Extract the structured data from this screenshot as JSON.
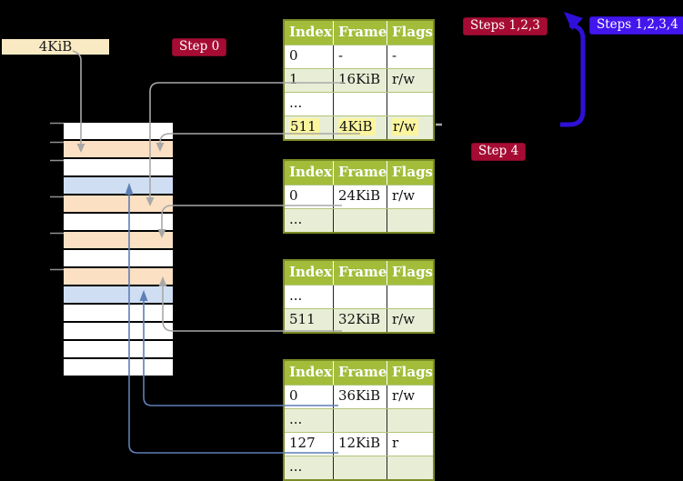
{
  "palette": {
    "background": "#000000",
    "table_header_green": "#a3bd3b",
    "table_border_olive": "#7b8a26",
    "table_row_green": "#e8eed6",
    "highlight_yellow": "#fbf59f",
    "badge_red": "#a60c33",
    "badge_blue": "#4416ee",
    "loop_arrow_blue": "#2e10d8",
    "connector_gray": "#a8a8a8",
    "connector_blue": "#5d7fb5",
    "frame_orange": "#fbe0c3",
    "frame_blue": "#cfdef2",
    "label_cream": "#faeac3"
  },
  "legend": {
    "frame_size_label": "4KiB"
  },
  "badges": {
    "step0": "Step 0",
    "steps123": "Steps 1,2,3",
    "steps1234": "Steps 1,2,3,4",
    "step4": "Step 4"
  },
  "memory": {
    "rows": [
      {
        "color": "white"
      },
      {
        "color": "orange"
      },
      {
        "color": "white"
      },
      {
        "color": "blue"
      },
      {
        "color": "orange"
      },
      {
        "color": "white"
      },
      {
        "color": "orange"
      },
      {
        "color": "white"
      },
      {
        "color": "orange"
      },
      {
        "color": "blue"
      },
      {
        "color": "white"
      },
      {
        "color": "white"
      },
      {
        "color": "white"
      },
      {
        "color": "white"
      }
    ]
  },
  "tables": [
    {
      "headers": [
        "Index",
        "Frame",
        "Flags"
      ],
      "rows": [
        {
          "cells": [
            "0",
            "-",
            "-"
          ],
          "shade": "white"
        },
        {
          "cells": [
            "1",
            "16KiB",
            "r/w"
          ],
          "shade": "green"
        },
        {
          "cells": [
            "...",
            "",
            ""
          ],
          "shade": "white"
        },
        {
          "cells": [
            "511",
            "4KiB",
            "r/w"
          ],
          "shade": "green",
          "hl": "yes"
        }
      ]
    },
    {
      "headers": [
        "Index",
        "Frame",
        "Flags"
      ],
      "rows": [
        {
          "cells": [
            "0",
            "24KiB",
            "r/w"
          ],
          "shade": "white"
        },
        {
          "cells": [
            "...",
            "",
            ""
          ],
          "shade": "green"
        }
      ]
    },
    {
      "headers": [
        "Index",
        "Frame",
        "Flags"
      ],
      "rows": [
        {
          "cells": [
            "...",
            "",
            ""
          ],
          "shade": "white"
        },
        {
          "cells": [
            "511",
            "32KiB",
            "r/w"
          ],
          "shade": "green"
        }
      ]
    },
    {
      "headers": [
        "Index",
        "Frame",
        "Flags"
      ],
      "rows": [
        {
          "cells": [
            "0",
            "36KiB",
            "r/w"
          ],
          "shade": "white"
        },
        {
          "cells": [
            "...",
            "",
            ""
          ],
          "shade": "green"
        },
        {
          "cells": [
            "127",
            "12KiB",
            "r"
          ],
          "shade": "white"
        },
        {
          "cells": [
            "...",
            "",
            ""
          ],
          "shade": "green"
        }
      ]
    }
  ]
}
